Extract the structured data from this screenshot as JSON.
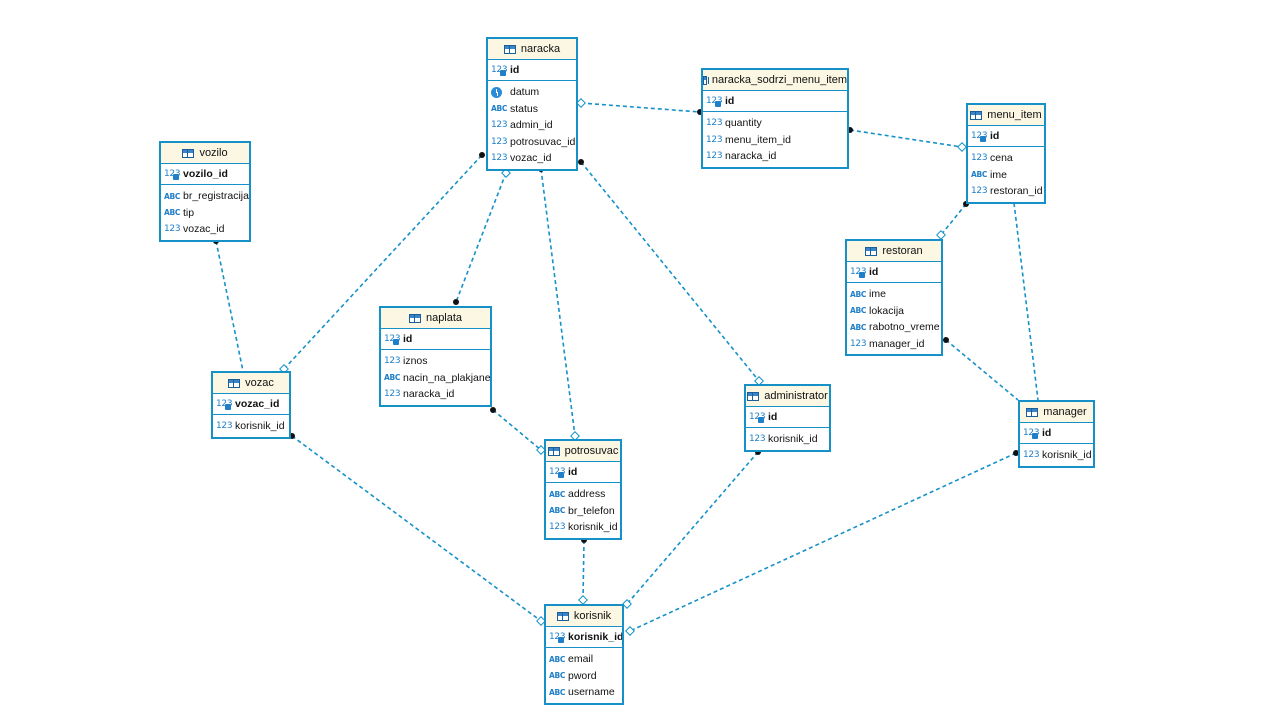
{
  "diagram": {
    "entities": [
      {
        "id": "naracka",
        "name": "naracka",
        "columns": [
          {
            "name": "id",
            "type": "123",
            "pk": true
          },
          {
            "name": "datum",
            "type": "clock"
          },
          {
            "name": "status",
            "type": "ABC"
          },
          {
            "name": "admin_id",
            "type": "123"
          },
          {
            "name": "potrosuvac_id",
            "type": "123"
          },
          {
            "name": "vozac_id",
            "type": "123"
          }
        ]
      },
      {
        "id": "naracka_sodrzi_menu_item",
        "name": "naracka_sodrzi_menu_item",
        "columns": [
          {
            "name": "id",
            "type": "123",
            "pk": true
          },
          {
            "name": "quantity",
            "type": "123"
          },
          {
            "name": "menu_item_id",
            "type": "123"
          },
          {
            "name": "naracka_id",
            "type": "123"
          }
        ]
      },
      {
        "id": "menu_item",
        "name": "menu_item",
        "columns": [
          {
            "name": "id",
            "type": "123",
            "pk": true
          },
          {
            "name": "cena",
            "type": "123"
          },
          {
            "name": "ime",
            "type": "ABC"
          },
          {
            "name": "restoran_id",
            "type": "123"
          }
        ]
      },
      {
        "id": "vozilo",
        "name": "vozilo",
        "columns": [
          {
            "name": "vozilo_id",
            "type": "123",
            "pk": true
          },
          {
            "name": "br_registracija",
            "type": "ABC"
          },
          {
            "name": "tip",
            "type": "ABC"
          },
          {
            "name": "vozac_id",
            "type": "123"
          }
        ]
      },
      {
        "id": "restoran",
        "name": "restoran",
        "columns": [
          {
            "name": "id",
            "type": "123",
            "pk": true
          },
          {
            "name": "ime",
            "type": "ABC"
          },
          {
            "name": "lokacija",
            "type": "ABC"
          },
          {
            "name": "rabotno_vreme",
            "type": "ABC"
          },
          {
            "name": "manager_id",
            "type": "123"
          }
        ]
      },
      {
        "id": "naplata",
        "name": "naplata",
        "columns": [
          {
            "name": "id",
            "type": "123",
            "pk": true
          },
          {
            "name": "iznos",
            "type": "123"
          },
          {
            "name": "nacin_na_plakjane",
            "type": "ABC"
          },
          {
            "name": "naracka_id",
            "type": "123"
          }
        ]
      },
      {
        "id": "vozac",
        "name": "vozac",
        "columns": [
          {
            "name": "vozac_id",
            "type": "123",
            "pk": true
          },
          {
            "name": "korisnik_id",
            "type": "123"
          }
        ]
      },
      {
        "id": "administrator",
        "name": "administrator",
        "columns": [
          {
            "name": "id",
            "type": "123",
            "pk": true
          },
          {
            "name": "korisnik_id",
            "type": "123"
          }
        ]
      },
      {
        "id": "manager",
        "name": "manager",
        "columns": [
          {
            "name": "id",
            "type": "123",
            "pk": true
          },
          {
            "name": "korisnik_id",
            "type": "123"
          }
        ]
      },
      {
        "id": "potrosuvac",
        "name": "potrosuvac",
        "columns": [
          {
            "name": "id",
            "type": "123",
            "pk": true
          },
          {
            "name": "address",
            "type": "ABC"
          },
          {
            "name": "br_telefon",
            "type": "ABC"
          },
          {
            "name": "korisnik_id",
            "type": "123"
          }
        ]
      },
      {
        "id": "korisnik",
        "name": "korisnik",
        "columns": [
          {
            "name": "korisnik_id",
            "type": "123",
            "pk": true
          },
          {
            "name": "email",
            "type": "ABC"
          },
          {
            "name": "pword",
            "type": "ABC"
          },
          {
            "name": "username",
            "type": "ABC"
          }
        ]
      }
    ],
    "relationships": [
      {
        "from": "naracka",
        "to": "naracka_sodrzi_menu_item"
      },
      {
        "from": "menu_item",
        "to": "naracka_sodrzi_menu_item"
      },
      {
        "from": "restoran",
        "to": "menu_item"
      },
      {
        "from": "manager",
        "to": "menu_item"
      },
      {
        "from": "manager",
        "to": "restoran"
      },
      {
        "from": "vozac",
        "to": "vozilo"
      },
      {
        "from": "vozac",
        "to": "naracka"
      },
      {
        "from": "naracka",
        "to": "naplata"
      },
      {
        "from": "potrosuvac",
        "to": "naracka"
      },
      {
        "from": "administrator",
        "to": "naracka"
      },
      {
        "from": "naplata",
        "to": "potrosuvac"
      },
      {
        "from": "korisnik",
        "to": "vozac"
      },
      {
        "from": "korisnik",
        "to": "potrosuvac"
      },
      {
        "from": "korisnik",
        "to": "administrator"
      },
      {
        "from": "korisnik",
        "to": "manager"
      }
    ],
    "colors": {
      "line": "#1591c8",
      "border": "#1591c8",
      "header": "#fbf7e3",
      "icon": "#1f7fc8"
    }
  }
}
